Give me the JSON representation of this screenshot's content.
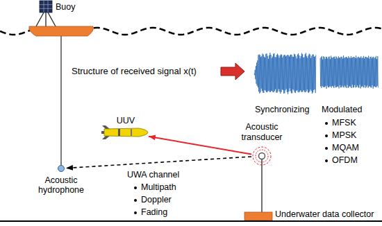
{
  "diagram": {
    "nodes": [
      {
        "text": [
          "Acoustic hydrophone"
        ]
      },
      {
        "text": [
          "UUV"
        ]
      },
      {
        "text": [
          "Acoustic transducer"
        ]
      }
    ],
    "edges": [
      {
        "from": 2,
        "to": 0,
        "arrow": "to"
      },
      {
        "from": 2,
        "to": 1,
        "arrow": "to"
      }
    ],
    "labels": [
      "Buoy",
      "Structure of received signal x(t)",
      "Synchronizing",
      "Modulated",
      "MFSK",
      "MPSK",
      "MQAM",
      "OFDM",
      "UWA channel",
      "Multipath",
      "Doppler",
      "Fading",
      "Underwater data collector"
    ]
  }
}
